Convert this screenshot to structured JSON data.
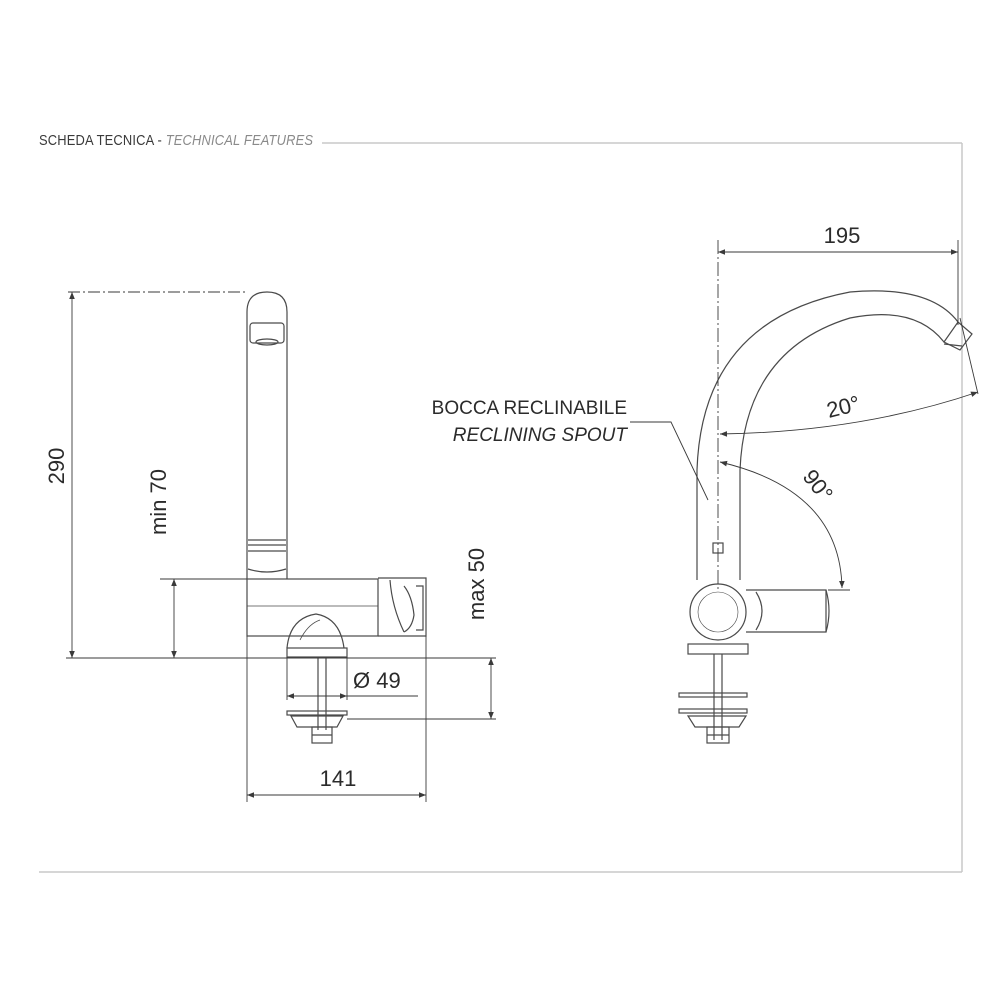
{
  "header": {
    "title": "SCHEDA TECNICA",
    "separator": " - ",
    "subtitle": "TECHNICAL FEATURES"
  },
  "side_view": {
    "height_label": "290",
    "min_label": "min 70",
    "max_label": "max 50",
    "diameter_label": "Ø 49",
    "width_label": "141"
  },
  "front_view": {
    "reach_label": "195",
    "spout_label_it": "BOCCA RECLINABILE",
    "spout_label_en": "RECLINING SPOUT",
    "tilt_angle_label": "20°",
    "rotation_angle_label": "90°"
  },
  "colors": {
    "line": "#4a4a4a",
    "rule": "#c8c8c8",
    "text": "#2b2b2b",
    "subtitle": "#8a8a8a"
  }
}
